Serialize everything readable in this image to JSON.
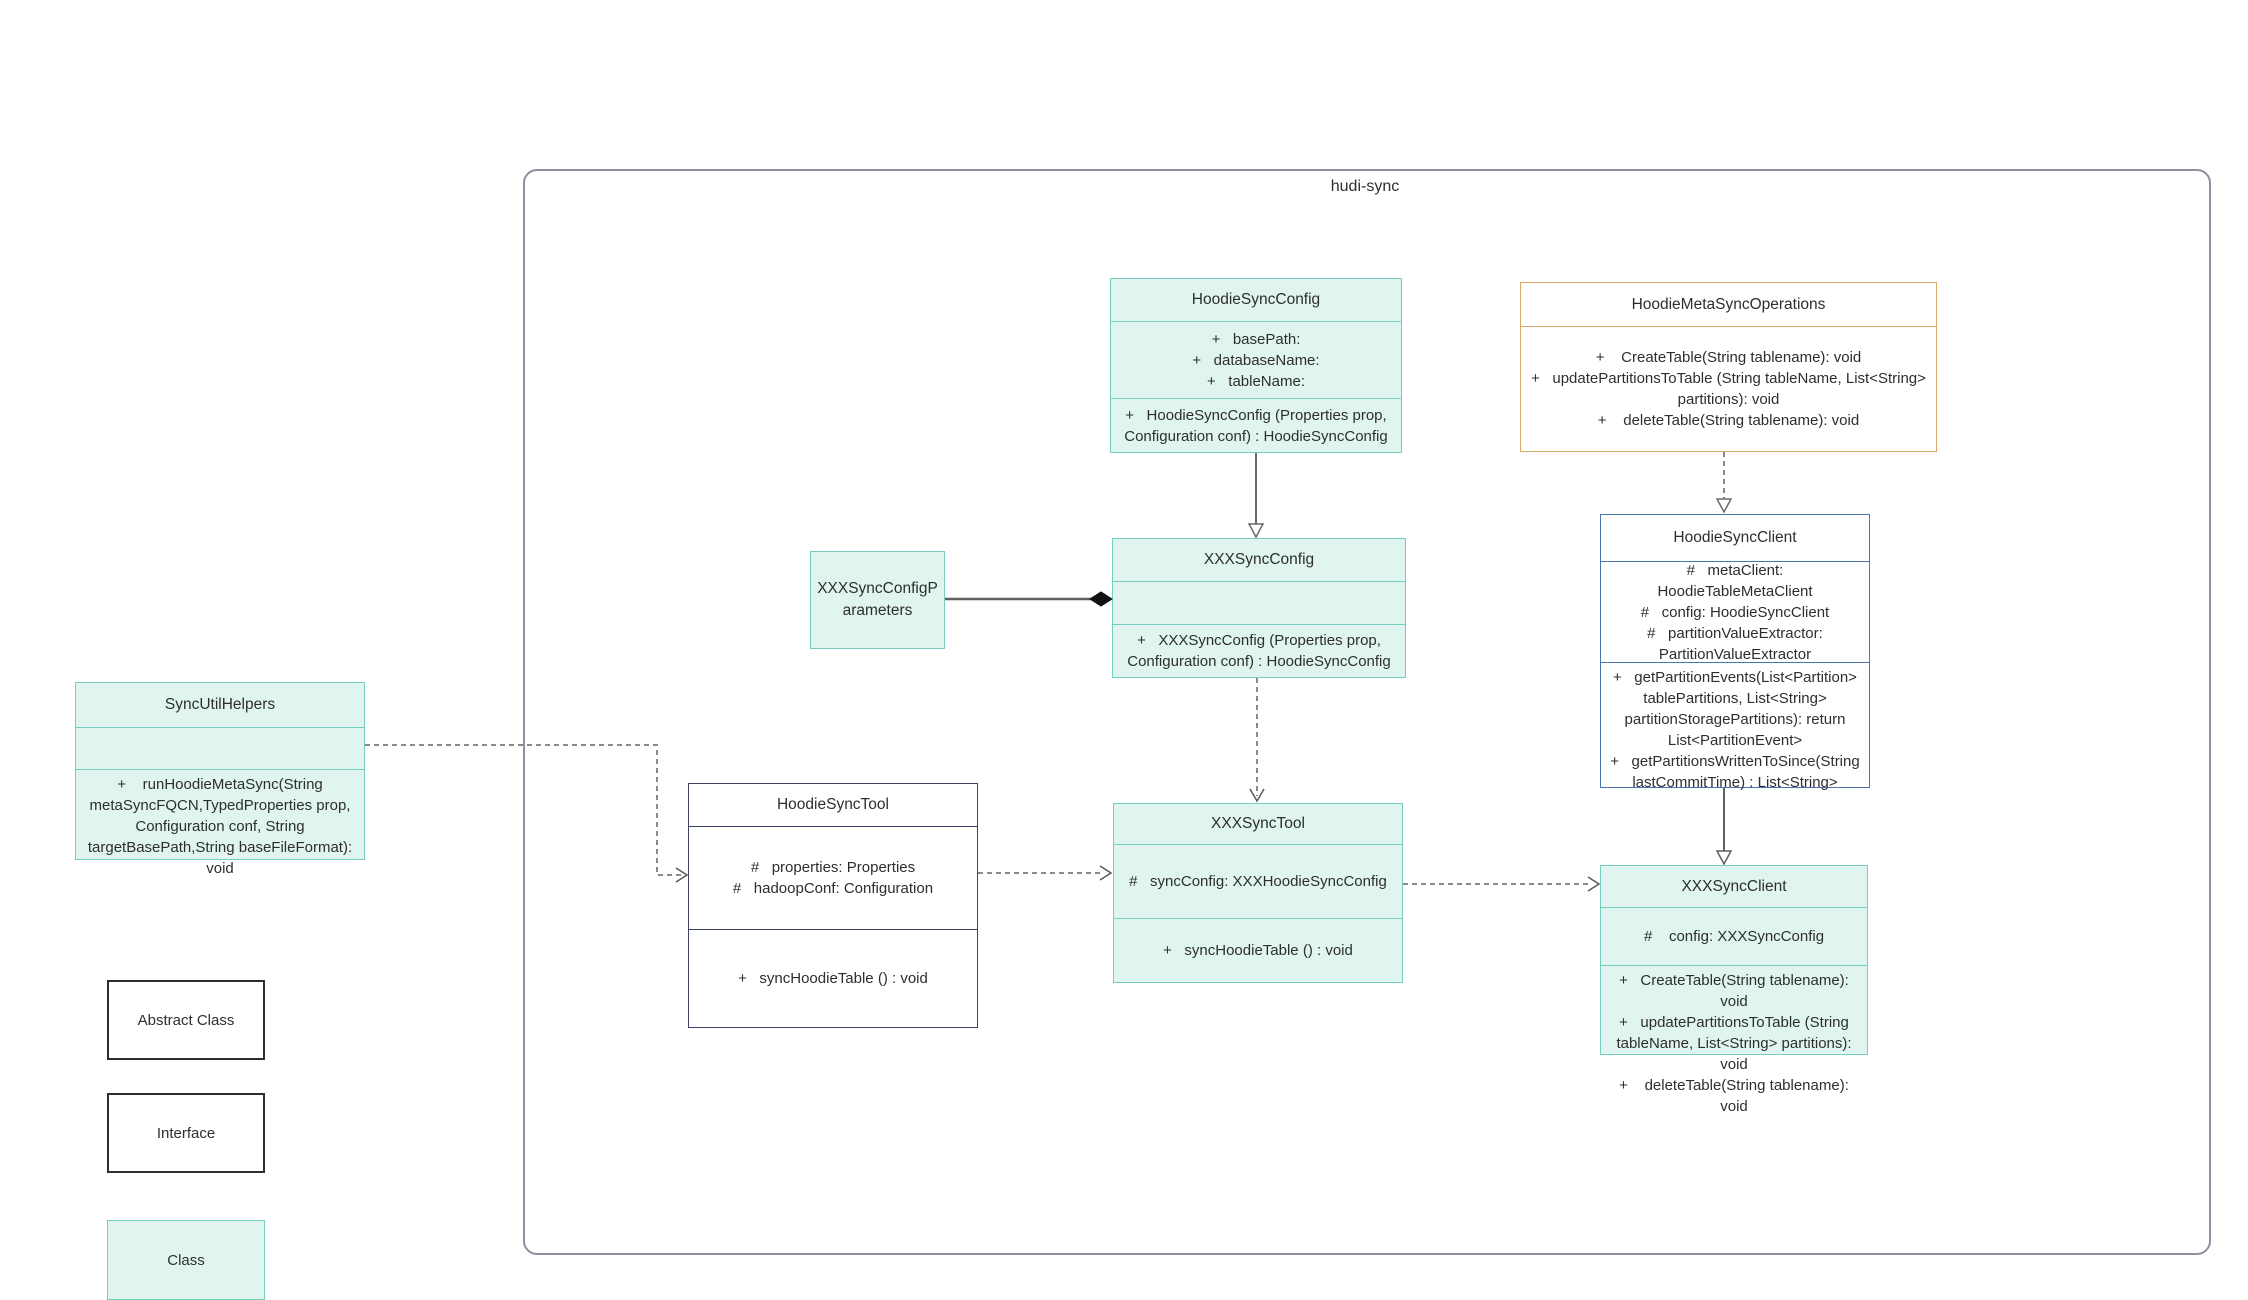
{
  "container": {
    "label": "hudi-sync"
  },
  "colors": {
    "class_fill": "#e0f5f0",
    "class_border": "#74cfc0",
    "interface_border": "#d8a967",
    "abstract_dark_border": "#3c4167",
    "abstract_blue_border": "#4a76ae",
    "abstract_legend_border": "#8d9ed3",
    "container_border": "#8c91a0",
    "dashed_connector": "#8a8a8a",
    "solid_connector": "#6a6a6a",
    "text": "#2e2e2e"
  },
  "classes": {
    "hoodie_sync_config": {
      "title": "HoodieSyncConfig",
      "attributes": [
        "+   basePath:",
        "+   databaseName:",
        "+   tableName:"
      ],
      "methods": [
        "+   HoodieSyncConfig (Properties prop, Configuration conf) : HoodieSyncConfig"
      ]
    },
    "hoodie_meta_sync_operations": {
      "title": "HoodieMetaSyncOperations",
      "methods": [
        "+    CreateTable(String tablename): void",
        "+   updatePartitionsToTable (String tableName, List<String> partitions): void",
        "+    deleteTable(String tablename): void"
      ]
    },
    "xxx_sync_config_parameters": {
      "title": "XXXSyncConfigParameters"
    },
    "xxx_sync_config": {
      "title": "XXXSyncConfig",
      "methods": [
        "+   XXXSyncConfig (Properties prop, Configuration conf) : HoodieSyncConfig"
      ]
    },
    "sync_util_helpers": {
      "title": "SyncUtilHelpers",
      "methods": [
        "+    runHoodieMetaSync(String metaSyncFQCN,TypedProperties prop, Configuration conf, String targetBasePath,String baseFileFormat): void"
      ]
    },
    "hoodie_sync_tool": {
      "title": "HoodieSyncTool",
      "attributes": [
        "#   properties: Properties",
        "#   hadoopConf: Configuration"
      ],
      "methods": [
        "+   syncHoodieTable () : void"
      ]
    },
    "xxx_sync_tool": {
      "title": "XXXSyncTool",
      "attributes": [
        "#   syncConfig: XXXHoodieSyncConfig"
      ],
      "methods": [
        "+   syncHoodieTable () : void"
      ]
    },
    "hoodie_sync_client": {
      "title": "HoodieSyncClient",
      "attributes": [
        "#   metaClient: HoodieTableMetaClient",
        "#   config: HoodieSyncClient",
        "#   partitionValueExtractor: PartitionValueExtractor"
      ],
      "methods": [
        "+   getPartitionEvents(List<Partition> tablePartitions, List<String> partitionStoragePartitions): return List<PartitionEvent>",
        "+   getPartitionsWrittenToSince(String lastCommitTime) : List<String>"
      ]
    },
    "xxx_sync_client": {
      "title": "XXXSyncClient",
      "attributes": [
        "#    config: XXXSyncConfig"
      ],
      "methods": [
        "+   CreateTable(String tablename): void",
        "+   updatePartitionsToTable (String tableName, List<String> partitions): void",
        "+    deleteTable(String tablename): void"
      ]
    }
  },
  "legend": {
    "abstract_class": "Abstract Class",
    "interface": "Interface",
    "class": "Class"
  }
}
